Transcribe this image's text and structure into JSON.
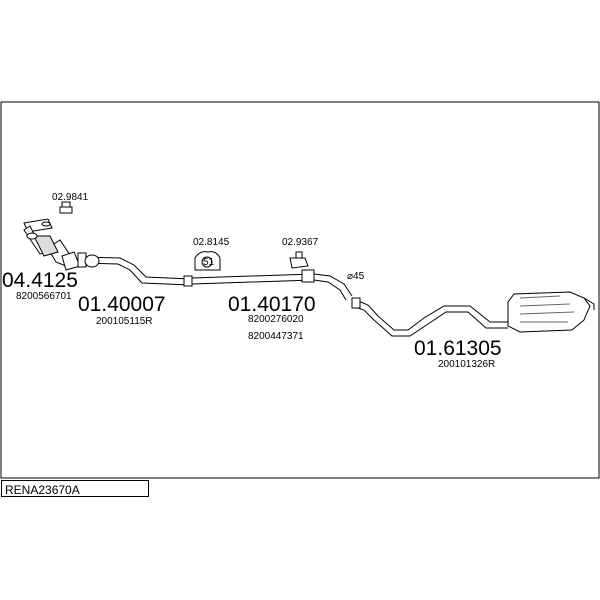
{
  "diagram_code": "RENA23670A",
  "parts": [
    {
      "ref": "04.4125",
      "oem": [
        "8200566701"
      ]
    },
    {
      "ref": "01.40007",
      "oem": [
        "200105115R"
      ]
    },
    {
      "ref": "01.40170",
      "oem": [
        "8200276020",
        "8200447371"
      ]
    },
    {
      "ref": "01.61305",
      "oem": [
        "200101326R"
      ]
    }
  ],
  "accessories": [
    {
      "ref": "02.9841",
      "symbol": ""
    },
    {
      "ref": "02.8145",
      "symbol": "51"
    },
    {
      "ref": "02.9367",
      "symbol": ""
    }
  ],
  "diameter_label": "⌀45"
}
